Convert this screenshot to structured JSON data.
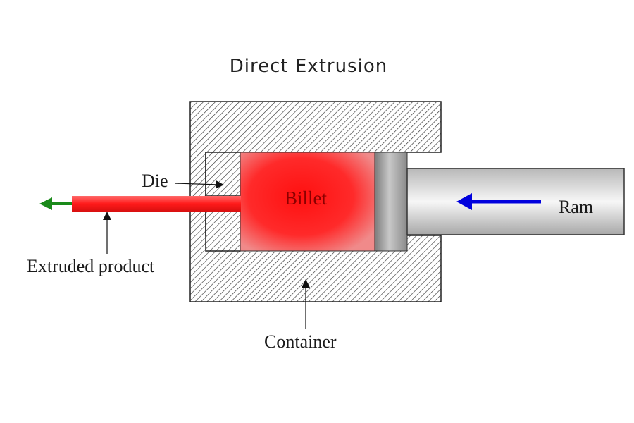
{
  "title": "Direct Extrusion",
  "labels": {
    "die": "Die",
    "billet": "Billet",
    "ram": "Ram",
    "extruded_product": "Extruded product",
    "container": "Container"
  },
  "colors": {
    "billet": "#ff1a1a",
    "extruded_product": "#ff2a2a",
    "ram_arrow": "#0000dd",
    "product_arrow": "#1a8a1a",
    "hatch": "#333333"
  },
  "icons": {
    "ram_direction": "arrow-left-icon",
    "product_direction": "arrow-left-icon"
  }
}
